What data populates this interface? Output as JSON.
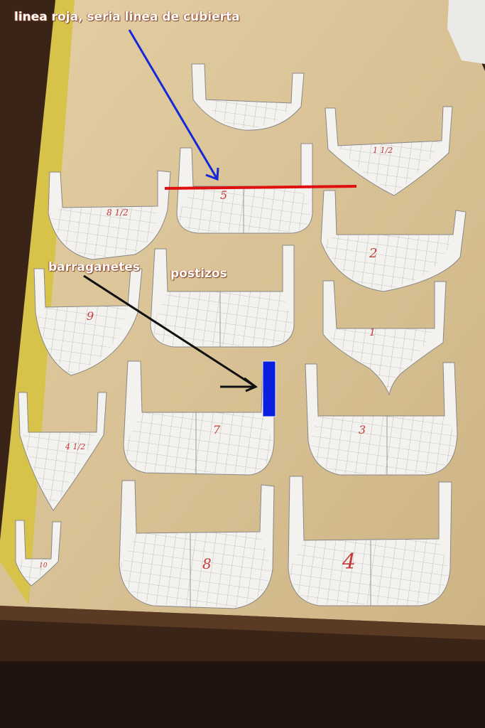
{
  "annotations": {
    "deck_line_note": "linea roja, seria linea de cubierta",
    "barraganetes": "barraganetes",
    "postizos": "postizos"
  },
  "frame_marks": [
    "5",
    "1 1/2",
    "8 1/2",
    "2",
    "9",
    "1",
    "4 1/2",
    "7",
    "3",
    "10",
    "8",
    "4"
  ],
  "colors": {
    "deck_line": "#e01010",
    "arrow_blue": "#1428d8",
    "arrow_black": "#111111",
    "marker_blue": "#0a1ee0",
    "table": "#d9c49a",
    "paper": "#f4f2ee",
    "grid_line": "#8a8a8a",
    "mark_red": "#c23a3a"
  }
}
